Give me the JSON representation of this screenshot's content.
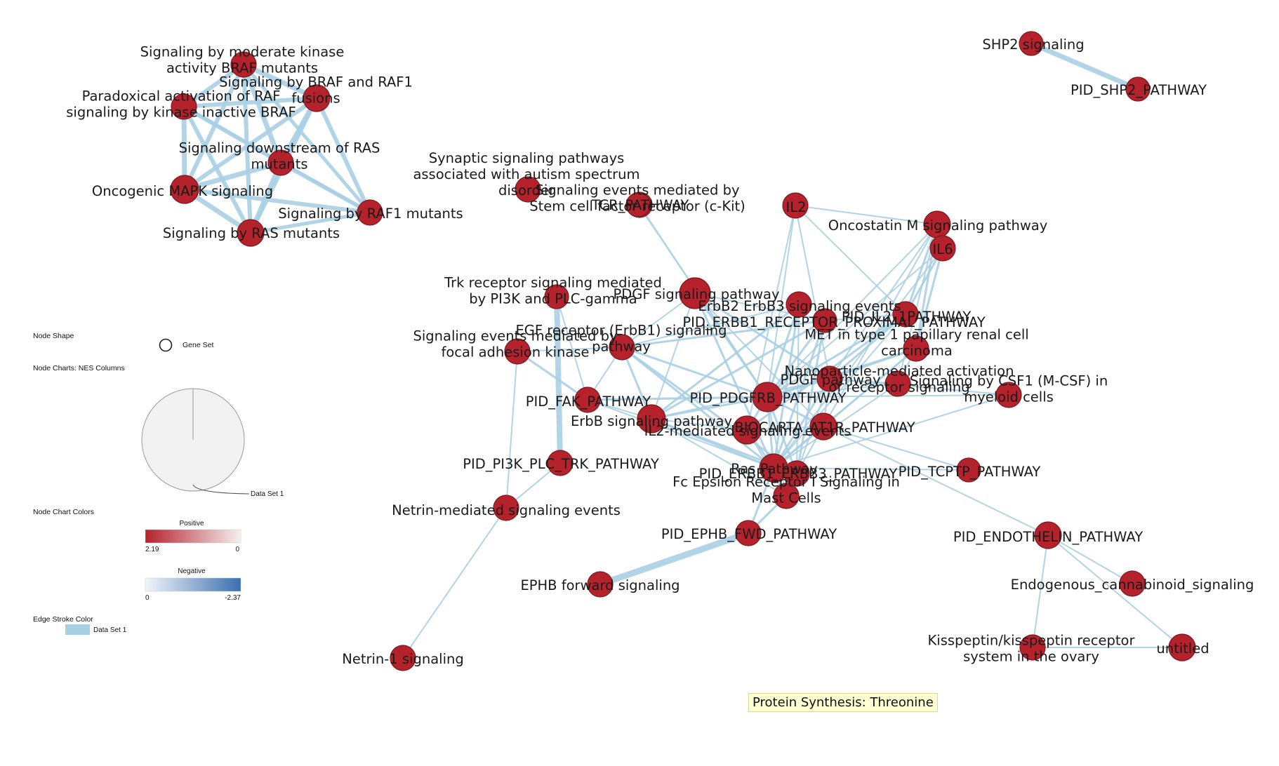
{
  "colors": {
    "node_fill": "#b5222c",
    "node_stroke": "#7a1b20",
    "edge": "#a8cfe3",
    "positive_start": "#b5222c",
    "positive_end": "#f5f0f0",
    "negative_start": "#f2f5fa",
    "negative_end": "#3a6fb0",
    "pie_fill": "#f2f2f2",
    "tooltip_bg": "#ffffd2"
  },
  "legend": {
    "node_shape_title": "Node Shape",
    "gene_set_label": "Gene Set",
    "node_charts_title": "Node Charts: NES Columns",
    "data_set_label": "Data Set 1",
    "node_chart_colors_title": "Node Chart Colors",
    "positive_label": "Positive",
    "positive_max": "2.19",
    "positive_min": "0",
    "negative_label": "Negative",
    "negative_min": "0",
    "negative_max": "-2.37",
    "edge_stroke_title": "Edge Stroke Color",
    "edge_data_set_label": "Data Set 1"
  },
  "tooltip": "Protein Synthesis: Threonine",
  "nodes": [
    {
      "id": "n1",
      "label": [
        "Signaling by moderate kinase",
        "activity BRAF mutants"
      ]
    },
    {
      "id": "n2",
      "label": [
        "Signaling by BRAF and RAF1",
        "fusions"
      ]
    },
    {
      "id": "n3",
      "label": [
        "Paradoxical activation of RAF",
        "signaling by kinase inactive BRAF"
      ]
    },
    {
      "id": "n4",
      "label": [
        "Signaling downstream of RAS",
        "mutants"
      ]
    },
    {
      "id": "n5",
      "label": [
        "Oncogenic MAPK signaling"
      ]
    },
    {
      "id": "n6",
      "label": [
        "Signaling by RAF1 mutants"
      ]
    },
    {
      "id": "n7",
      "label": [
        "Signaling by RAS mutants"
      ]
    },
    {
      "id": "n8",
      "label": [
        "SHP2 signaling"
      ]
    },
    {
      "id": "n9",
      "label": [
        "PID_SHP2_PATHWAY"
      ]
    },
    {
      "id": "n10",
      "label": [
        "Synaptic signaling pathways",
        "associated with autism spectrum",
        "disorder"
      ]
    },
    {
      "id": "n11",
      "label": [
        "TCR_PATHWAY"
      ]
    },
    {
      "id": "n12",
      "label": [
        "Signaling events mediated by",
        "Stem cell factor receptor (c-Kit)"
      ]
    },
    {
      "id": "n13",
      "label": [
        "IL2"
      ]
    },
    {
      "id": "n14",
      "label": [
        "Oncostatin M signaling pathway"
      ]
    },
    {
      "id": "n15",
      "label": [
        "IL6"
      ]
    },
    {
      "id": "n16",
      "label": [
        "Trk receptor signaling mediated",
        "by PI3K and PLC-gamma"
      ]
    },
    {
      "id": "n17",
      "label": [
        "PDGF signaling pathway"
      ]
    },
    {
      "id": "n18",
      "label": [
        "ErbB2 ErbB3 signaling events"
      ]
    },
    {
      "id": "n19",
      "label": [
        "PID_ERBB1_RECEPTOR_PROXIMAL_PATHWAY"
      ]
    },
    {
      "id": "n20",
      "label": [
        "PID_IL2_1PATHWAY"
      ]
    },
    {
      "id": "n21",
      "label": [
        "EGF receptor (ErbB1) signaling",
        "pathway"
      ]
    },
    {
      "id": "n22",
      "label": [
        "Signaling events mediated by",
        "focal adhesion kinase"
      ]
    },
    {
      "id": "n23",
      "label": [
        "MET in type 1 papillary renal cell",
        "carcinoma"
      ]
    },
    {
      "id": "n24",
      "label": [
        "PDGF pathway"
      ]
    },
    {
      "id": "n25",
      "label": [
        "Nanoparticle-mediated activation",
        "of receptor signaling"
      ]
    },
    {
      "id": "n26",
      "label": [
        "Signaling by CSF1 (M-CSF) in",
        "myeloid cells"
      ]
    },
    {
      "id": "n27",
      "label": [
        "PID_FAK_PATHWAY"
      ]
    },
    {
      "id": "n28",
      "label": [
        "PID_PDGFRB_PATHWAY"
      ]
    },
    {
      "id": "n29",
      "label": [
        "ErbB signaling pathway"
      ]
    },
    {
      "id": "n30",
      "label": [
        "IL2-mediated signaling events"
      ]
    },
    {
      "id": "n31",
      "label": [
        "BIOCARTA_AT1R_PATHWAY"
      ]
    },
    {
      "id": "n32",
      "label": [
        "PID_PI3K_PLC_TRK_PATHWAY"
      ]
    },
    {
      "id": "n33",
      "label": [
        "Ras Pathway"
      ]
    },
    {
      "id": "n34",
      "label": [
        "PID_ERBB1_ERBB3_PATHWAY"
      ]
    },
    {
      "id": "n35",
      "label": [
        "PID_TCPTP_PATHWAY"
      ]
    },
    {
      "id": "n36",
      "label": [
        "Fc Epsilon Receptor I Signaling in",
        "Mast Cells"
      ]
    },
    {
      "id": "n37",
      "label": [
        "Netrin-mediated signaling events"
      ]
    },
    {
      "id": "n38",
      "label": [
        "PID_EPHB_FWD_PATHWAY"
      ]
    },
    {
      "id": "n39",
      "label": [
        "PID_ENDOTHELIN_PATHWAY"
      ]
    },
    {
      "id": "n40",
      "label": [
        "EPHB forward signaling"
      ]
    },
    {
      "id": "n41",
      "label": [
        "Endogenous_cannabinoid_signaling"
      ]
    },
    {
      "id": "n42",
      "label": [
        "Kisspeptin/kisspeptin receptor",
        "system in the ovary"
      ]
    },
    {
      "id": "n43",
      "label": [
        "untitled"
      ]
    },
    {
      "id": "n44",
      "label": [
        "Netrin-1 signaling"
      ]
    }
  ]
}
